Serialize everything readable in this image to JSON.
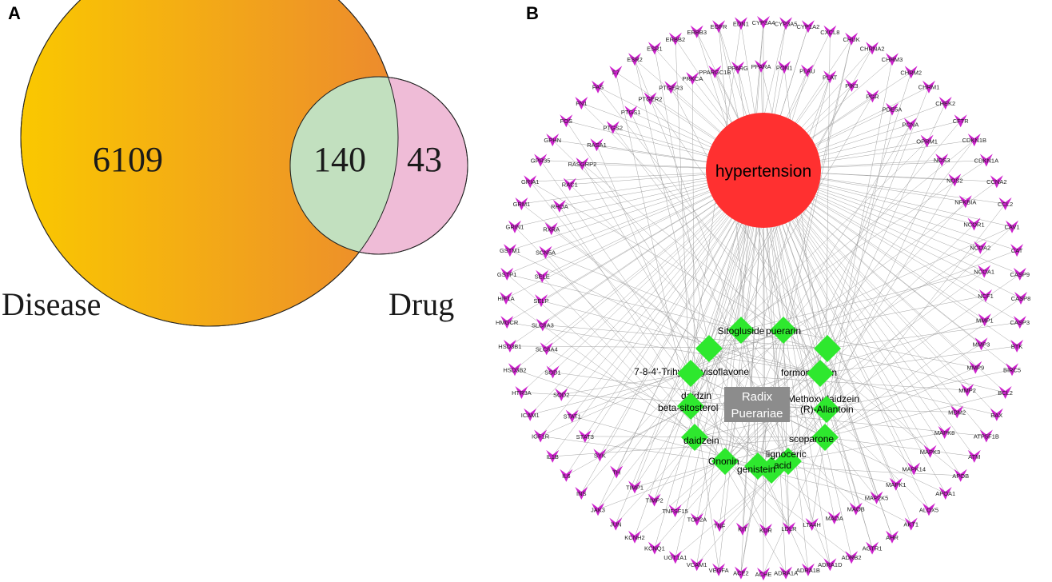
{
  "panels": {
    "a": {
      "letter": "A",
      "disease_label": "Disease",
      "drug_label": "Drug",
      "disease_only_count": "6109",
      "overlap_count": "140",
      "drug_only_count": "43",
      "colors": {
        "disease_gradient_start": "#fac800",
        "disease_gradient_end": "#ec8a2e",
        "drug": "#efbcd7",
        "overlap": "#c2e0bf"
      }
    },
    "b": {
      "letter": "B",
      "disease_node": "hypertension",
      "herb_node_line1": "Radix",
      "herb_node_line2": "Puerariae",
      "compounds": [
        "Sitogluside",
        "puerarin",
        "formononetin",
        "7-8-4'-Trihydroxyisoflavone",
        "daidzin",
        "3'-Methoxydaidzein",
        "beta-sitosterol",
        "(R)-Allantoin",
        "daidzein",
        "scoparone",
        "lignoceric acid",
        "Ononin",
        "genistein"
      ],
      "targets": [
        "CYP3A4",
        "CYP3A5",
        "CYP1A2",
        "CXCL8",
        "CHUK",
        "CHRNA2",
        "CHRM3",
        "CHRM2",
        "CHRM1",
        "CHEK2",
        "CFTR",
        "CDKN1B",
        "CDKN1A",
        "CCNA2",
        "CCL2",
        "CAV1",
        "CAT",
        "CASP9",
        "CASP8",
        "CASP3",
        "BTK",
        "BIRC5",
        "BCL2",
        "BAX",
        "ATP5F1B",
        "ATM",
        "APOB",
        "APOA1",
        "ALOX5",
        "AKT1",
        "AHR",
        "AGTR1",
        "ADRB2",
        "ADRA1D",
        "ADRA1B",
        "ADRA1A",
        "ACHE",
        "ACE2",
        "VEGFA",
        "VCAM1",
        "UGT1A1",
        "KCNQ1",
        "KCNH2",
        "JUN",
        "JAK3",
        "INS",
        "IL6",
        "IL1B",
        "IGF1R",
        "ICAM1",
        "HTR3A",
        "HSD3B2",
        "HSD3B1",
        "HMGCR",
        "HIF1A",
        "GSTP1",
        "GSTM1",
        "GRIN1",
        "GRM1",
        "GRIA1",
        "GPR35",
        "GPHN",
        "FOS",
        "FN1",
        "FAS",
        "F7",
        "ESR2",
        "ESR1",
        "ERBB2",
        "ERBB3",
        "EGFR",
        "EDN1",
        "PPARGC1B",
        "PPARG",
        "PPARA",
        "PON1",
        "PLAU",
        "PLAT",
        "PIK3",
        "PGR",
        "PDE5A",
        "PCNA",
        "OPRM1",
        "NOS3",
        "NOS2",
        "NFKBIA",
        "NCOR1",
        "NCOA2",
        "NCOA1",
        "NCF1",
        "MMP1",
        "MMP3",
        "MMP9",
        "MMP2",
        "MDM2",
        "MAPK8",
        "MAPK3",
        "MAPK14",
        "MAPK1",
        "MAP2K5",
        "MAOB",
        "MAOA",
        "LTA4H",
        "LDLR",
        "KDR",
        "KIT",
        "TNF",
        "TOP2A",
        "TNFSF15",
        "TIMP2",
        "TIMP1",
        "TH",
        "SYK",
        "STAT3",
        "STAT1",
        "SOD2",
        "SOD1",
        "SLC6A4",
        "SLC6A3",
        "SELP",
        "SELE",
        "SCN5A",
        "RXRA",
        "RHOA",
        "RAC1",
        "RASGRP2",
        "RASA1",
        "PTGS2",
        "PTGS1",
        "PTGER2",
        "PTGER3",
        "PRKCA"
      ],
      "colors": {
        "target_node": "#cc22cc",
        "compound_node": "#2ee82e",
        "disease_node": "#ff3030",
        "herb_node": "#8c8c8c",
        "edge": "#9a9a9a"
      }
    }
  }
}
